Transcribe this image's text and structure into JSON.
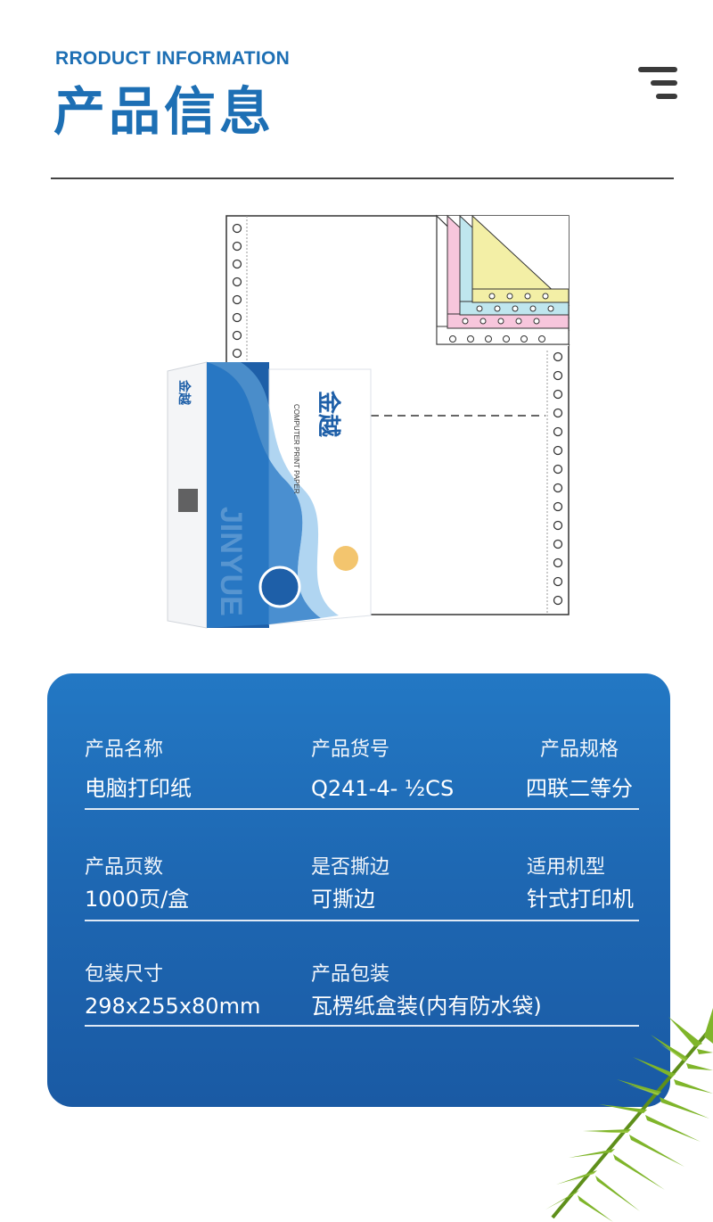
{
  "header": {
    "subtitle": "RRODUCT INFORMATION",
    "title": "产品信息"
  },
  "colors": {
    "accent": "#1d6fb4",
    "card_top": "#2378c4",
    "card_bottom": "#1a5aa4"
  },
  "product_image": {
    "brand_en": "JINYUE",
    "brand_cn": "金越",
    "box_text": "COMPUTER PRINT PAPER"
  },
  "info": {
    "rows": [
      [
        {
          "label": "产品名称",
          "value": "电脑打印纸"
        },
        {
          "label": "产品货号",
          "value": "Q241-4- ½CS"
        },
        {
          "label": "产品规格",
          "value": "四联二等分"
        }
      ],
      [
        {
          "label": "产品页数",
          "value": "1000页/盒"
        },
        {
          "label": "是否撕边",
          "value": "可撕边"
        },
        {
          "label": "适用机型",
          "value": "针式打印机"
        }
      ],
      [
        {
          "label": "包装尺寸",
          "value": "298x255x80mm"
        },
        {
          "label": "产品包装",
          "value": "瓦楞纸盒装(内有防水袋)"
        }
      ]
    ]
  }
}
